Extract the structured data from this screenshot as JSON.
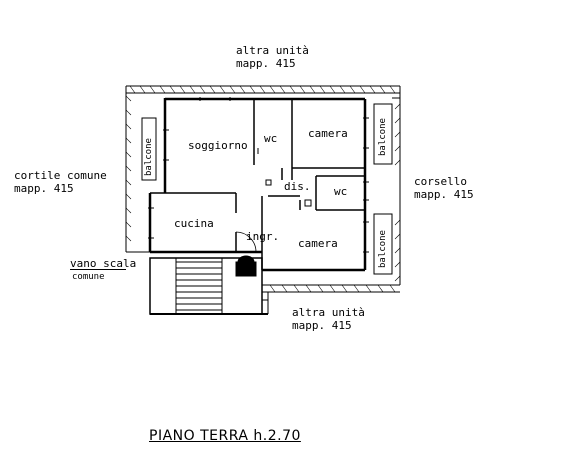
{
  "colors": {
    "ink": "#000000",
    "background": "#ffffff"
  },
  "neighbors": {
    "top": {
      "line1": "altra unità",
      "line2": "mapp. 415"
    },
    "left": {
      "line1": "cortile comune",
      "line2": "mapp. 415"
    },
    "right": {
      "line1": "corsello",
      "line2": "mapp. 415"
    },
    "bottom": {
      "line1": "altra unità",
      "line2": "mapp. 415"
    }
  },
  "stair": {
    "line1": "vano scala",
    "line2": "comune"
  },
  "rooms": {
    "soggiorno": "soggiorno",
    "wc_top": "wc",
    "camera_top": "camera",
    "dis": "dis.",
    "wc_mid": "wc",
    "cucina": "cucina",
    "ingr": "ingr.",
    "camera_bottom": "camera"
  },
  "balconies": {
    "left": "balcone",
    "right_top": "balcone",
    "right_bottom": "balcone"
  },
  "footer": {
    "title": "PIANO TERRA h.2.70"
  }
}
